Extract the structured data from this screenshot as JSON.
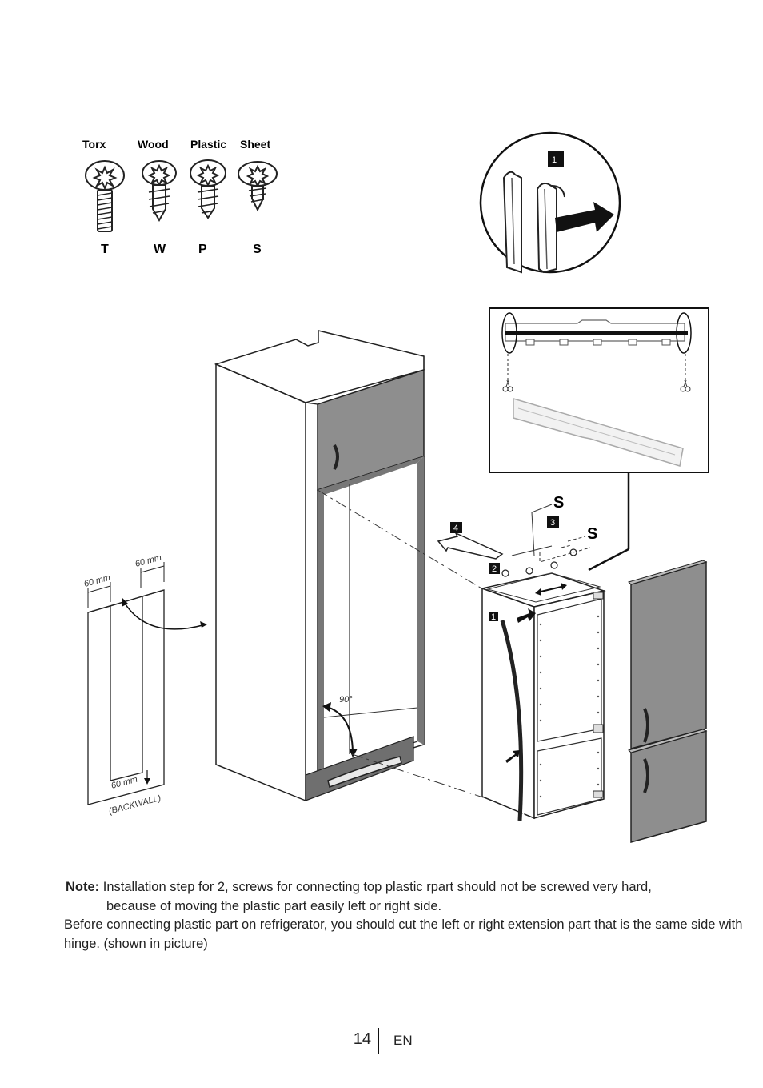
{
  "screws": [
    {
      "title": "Torx",
      "code": "T"
    },
    {
      "title": "Wood",
      "code": "W"
    },
    {
      "title": "Plastic",
      "code": "P"
    },
    {
      "title": "Sheet",
      "code": "S"
    }
  ],
  "callouts": {
    "detail_step": "1",
    "step_1": "1",
    "step_2": "2",
    "step_3": "3",
    "step_4": "4",
    "screw_label_a": "S",
    "screw_label_b": "S"
  },
  "dimensions": {
    "left_width": "60 mm",
    "right_width": "60 mm",
    "bottom_width": "60 mm",
    "backwall": "(BACKWALL)",
    "angle": "90°"
  },
  "note": {
    "label": "Note:",
    "line1": "Installation step for 2, screws for connecting top plastic rpart should not be screwed very hard,",
    "line2": "because of moving the plastic part easily left or right side.",
    "line3": "Before connecting plastic part on refrigerator,  you should  cut the left or right  extension part that is the same side with hinge. (shown in picture)"
  },
  "footer": {
    "page_number": "14",
    "language": "EN"
  }
}
